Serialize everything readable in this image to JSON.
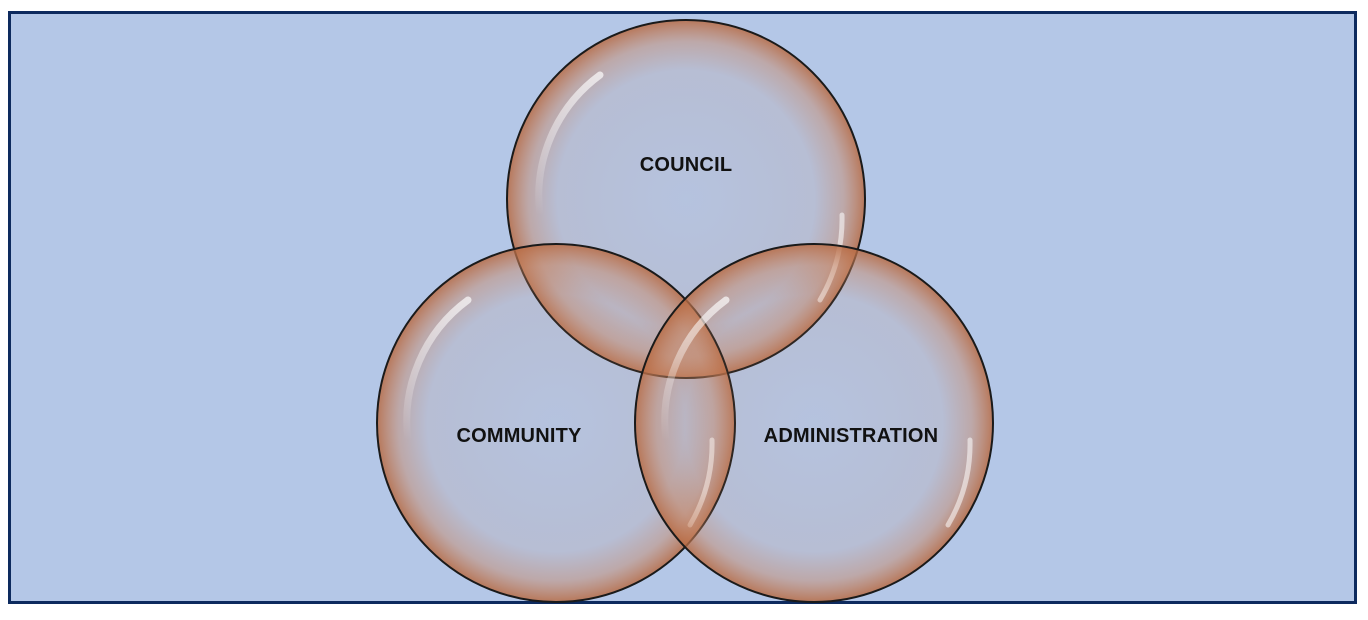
{
  "diagram": {
    "type": "venn",
    "circles": [
      {
        "id": "council",
        "label": "COUNCIL"
      },
      {
        "id": "community",
        "label": "COMMUNITY"
      },
      {
        "id": "administration",
        "label": "ADMINISTRATION"
      }
    ]
  },
  "colors": {
    "background": "#b4c7e7",
    "frame_border": "#0d2a5e",
    "circle_rim": "#c8835e",
    "circle_outline": "#1a1a1a",
    "label": "#111111"
  }
}
